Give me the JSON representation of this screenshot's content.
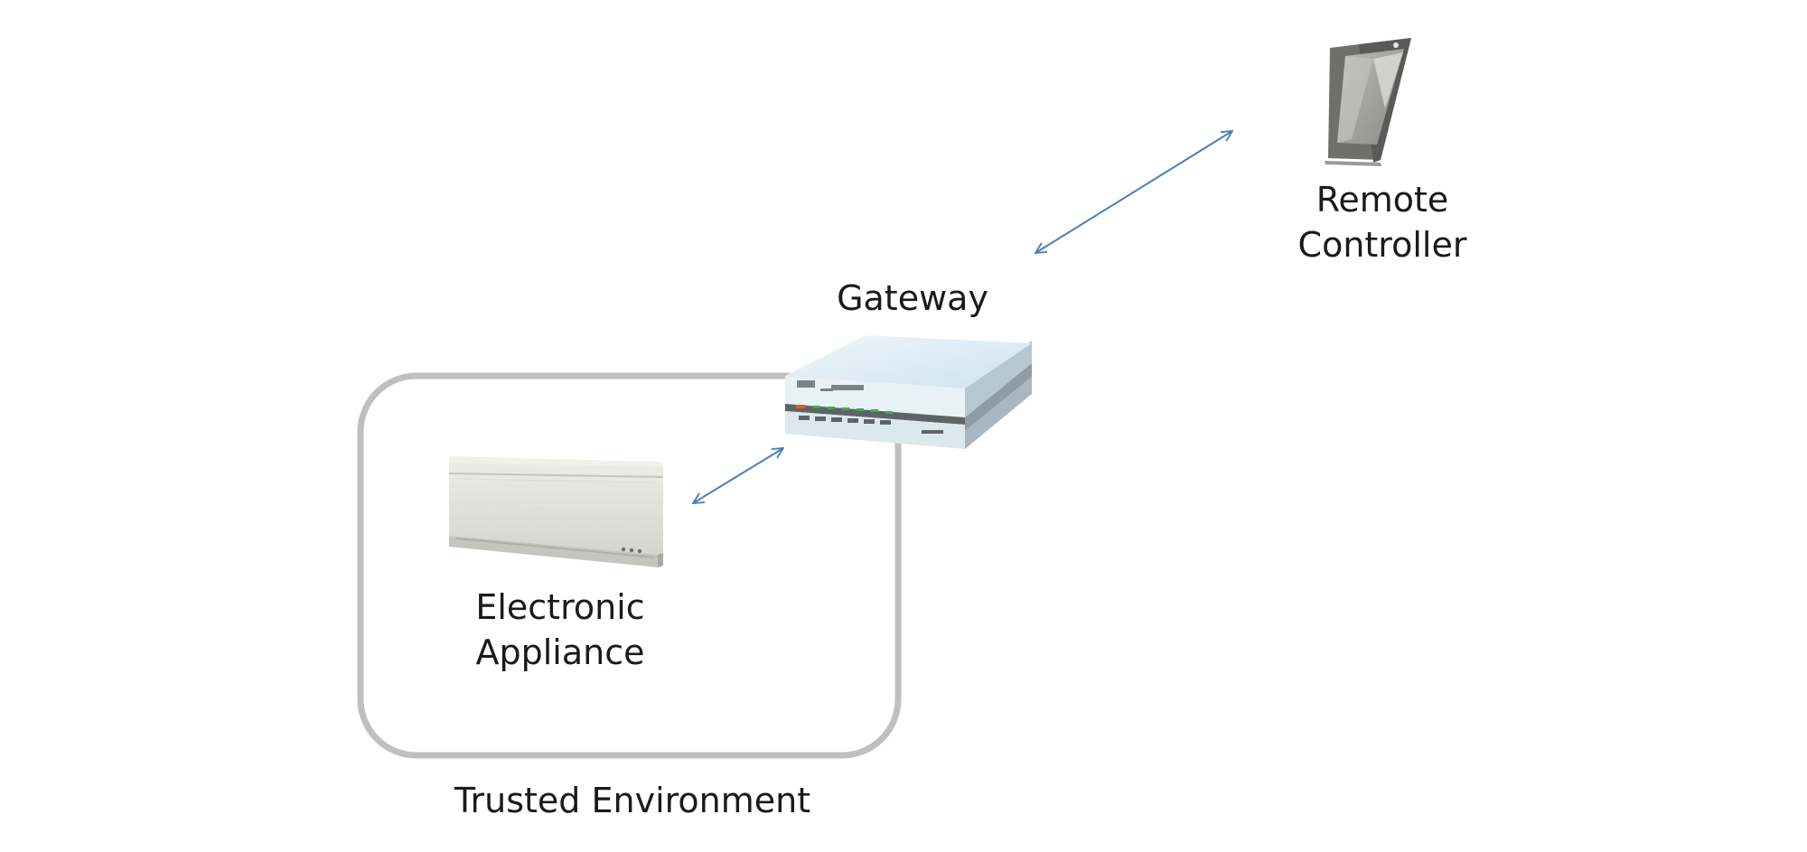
{
  "nodes": {
    "remote_controller": {
      "label_lines": [
        "Remote",
        "Controller"
      ],
      "icon": "smartphone-icon"
    },
    "gateway": {
      "label": "Gateway",
      "icon": "router-icon"
    },
    "appliance": {
      "label_lines": [
        "Electronic",
        "Appliance"
      ],
      "icon": "air-conditioner-icon"
    }
  },
  "zones": {
    "trusted": {
      "label": "Trusted Environment"
    }
  },
  "connections": [
    {
      "from": "gateway",
      "to": "remote_controller",
      "type": "bidirectional"
    },
    {
      "from": "appliance",
      "to": "gateway",
      "type": "bidirectional"
    }
  ],
  "colors": {
    "arrow": "#4a7ebb",
    "zone_border": "#bfbfbf",
    "text": "#1a1a1a"
  }
}
